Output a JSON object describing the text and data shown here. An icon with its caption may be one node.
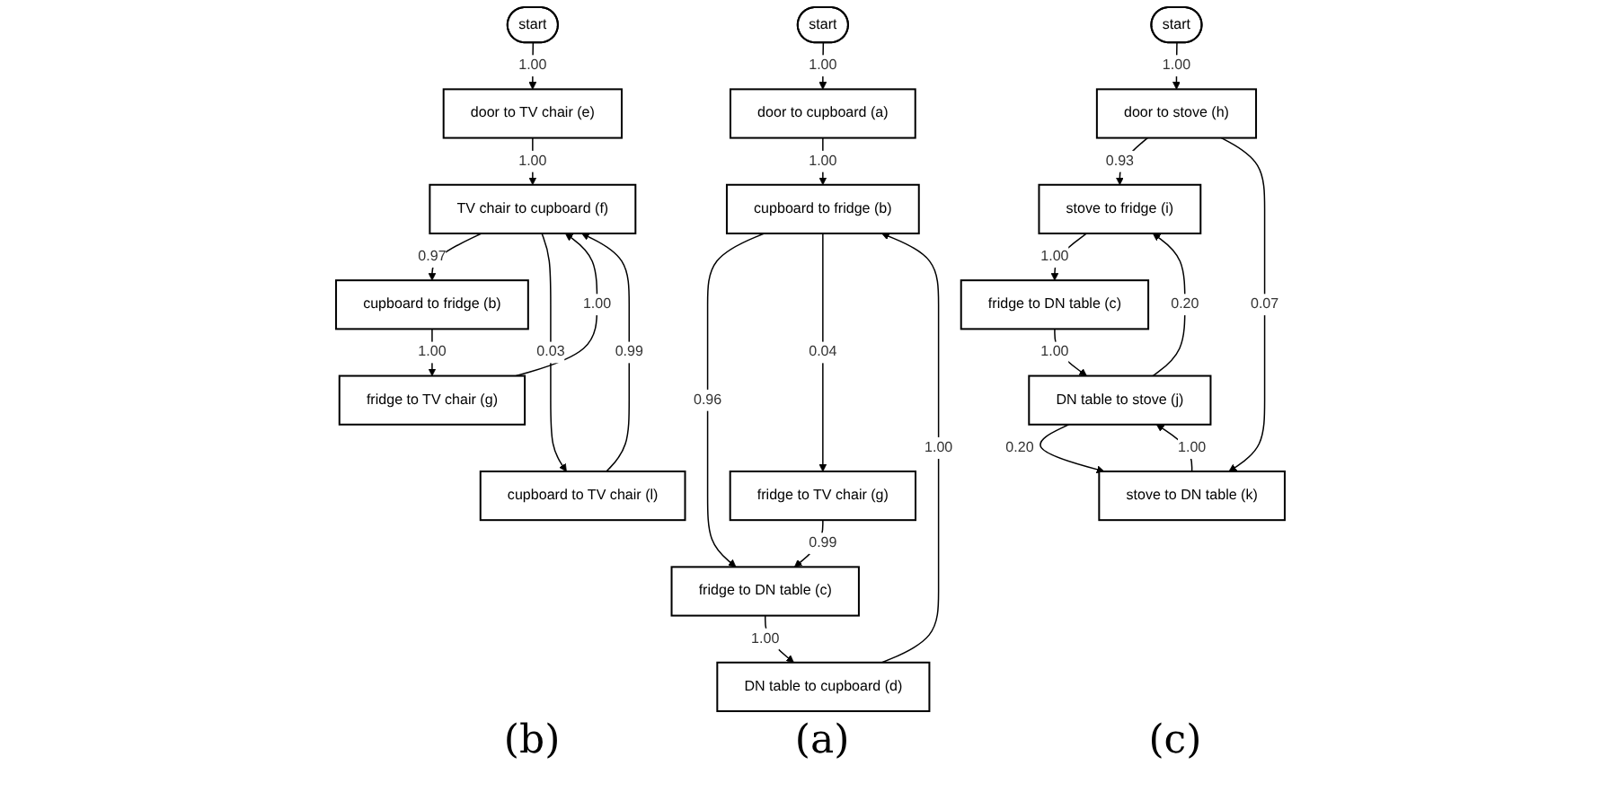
{
  "diagram": {
    "nodes": [
      {
        "text": [
          "start"
        ]
      },
      {
        "text": [
          "door to cupboard (a)"
        ]
      },
      {
        "text": [
          "cupboard to fridge (b)"
        ]
      },
      {
        "text": [
          "fridge to DN table (c)"
        ]
      },
      {
        "text": [
          "DN table to cupboard (d)"
        ]
      },
      {
        "text": [
          "fridge to TV chair (g)"
        ]
      },
      {
        "text": [
          "start"
        ]
      },
      {
        "text": [
          "door to TV chair (e)"
        ]
      },
      {
        "text": [
          "TV chair to cupboard (f)"
        ]
      },
      {
        "text": [
          "cupboard to fridge (b)"
        ]
      },
      {
        "text": [
          "fridge to TV chair (g)"
        ]
      },
      {
        "text": [
          "cupboard to TV chair (l)"
        ]
      },
      {
        "text": [
          "start"
        ]
      },
      {
        "text": [
          "door to stove (h)"
        ]
      },
      {
        "text": [
          "stove to fridge (i)"
        ]
      },
      {
        "text": [
          "fridge to DN table (c)"
        ]
      },
      {
        "text": [
          "DN table to stove (j)"
        ]
      },
      {
        "text": [
          "stove to DN table (k)"
        ]
      }
    ],
    "edges": [
      {
        "from": 0,
        "to": 1,
        "arrow": "to",
        "label": "1.00"
      },
      {
        "from": 1,
        "to": 2,
        "arrow": "to",
        "label": "1.00"
      },
      {
        "from": 2,
        "to": 3,
        "arrow": "to",
        "label": "0.96"
      },
      {
        "from": 3,
        "to": 4,
        "arrow": "to",
        "label": "1.00"
      },
      {
        "from": 2,
        "to": 5,
        "arrow": "to",
        "label": "0.04"
      },
      {
        "from": 4,
        "to": 2,
        "arrow": "to",
        "label": "1.00"
      },
      {
        "from": 5,
        "to": 3,
        "arrow": "to",
        "label": "0.99"
      },
      {
        "from": 6,
        "to": 7,
        "arrow": "to",
        "label": "1.00"
      },
      {
        "from": 7,
        "to": 8,
        "arrow": "to",
        "label": "1.00"
      },
      {
        "from": 8,
        "to": 9,
        "arrow": "to",
        "label": "0.97"
      },
      {
        "from": 9,
        "to": 10,
        "arrow": "to",
        "label": "1.00"
      },
      {
        "from": 8,
        "to": 11,
        "arrow": "to",
        "label": "0.03"
      },
      {
        "from": 10,
        "to": 8,
        "arrow": "to",
        "label": "1.00"
      },
      {
        "from": 11,
        "to": 8,
        "arrow": "to",
        "label": "0.99"
      },
      {
        "from": 12,
        "to": 13,
        "arrow": "to",
        "label": "1.00"
      },
      {
        "from": 13,
        "to": 14,
        "arrow": "to",
        "label": "0.93"
      },
      {
        "from": 14,
        "to": 15,
        "arrow": "to",
        "label": "1.00"
      },
      {
        "from": 15,
        "to": 16,
        "arrow": "to",
        "label": "1.00"
      },
      {
        "from": 16,
        "to": 17,
        "arrow": "to",
        "label": "0.20"
      },
      {
        "from": 13,
        "to": 17,
        "arrow": "to",
        "label": "0.07"
      },
      {
        "from": 16,
        "to": 14,
        "arrow": "to",
        "label": "0.20"
      },
      {
        "from": 17,
        "to": 16,
        "arrow": "to",
        "label": "1.00"
      }
    ],
    "labels": [
      "(a)",
      "(b)",
      "(c)"
    ]
  }
}
